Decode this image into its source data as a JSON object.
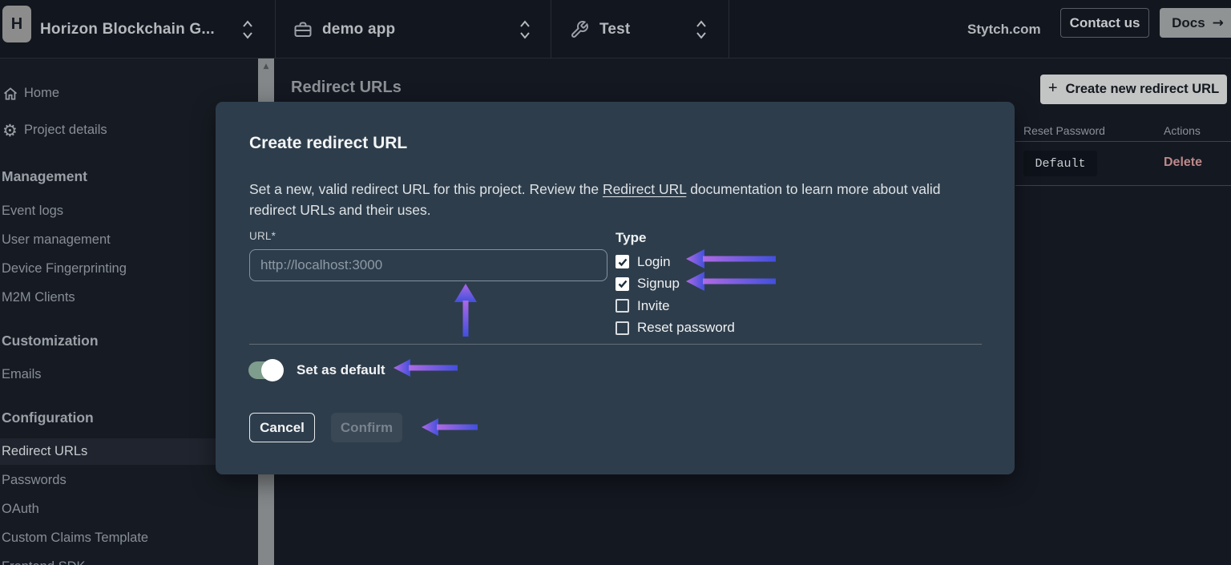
{
  "topbar": {
    "logo_letter": "H",
    "project_selector": "Horizon Blockchain G...",
    "app_selector": "demo app",
    "env_selector": "Test",
    "stytch_link": "Stytch.com",
    "contact_button": "Contact us",
    "docs_button": "Docs",
    "docs_arrow": "→"
  },
  "sidebar": {
    "items": [
      {
        "label": "Home",
        "icon": "home"
      },
      {
        "label": "Project details",
        "icon": "gear"
      },
      {
        "label": "Management",
        "type": "header"
      },
      {
        "label": "Event logs"
      },
      {
        "label": "User management"
      },
      {
        "label": "Device Fingerprinting"
      },
      {
        "label": "M2M Clients"
      },
      {
        "label": "Customization",
        "type": "header"
      },
      {
        "label": "Emails"
      },
      {
        "label": "Configuration",
        "type": "header"
      },
      {
        "label": "Redirect URLs",
        "active": true
      },
      {
        "label": "Passwords"
      },
      {
        "label": "OAuth"
      },
      {
        "label": "Custom Claims Template"
      },
      {
        "label": "Frontend SDK"
      }
    ]
  },
  "main": {
    "title": "Redirect URLs",
    "create_button_plus": "+",
    "create_button": "Create new redirect URL",
    "table": {
      "columns": [
        "Reset Password",
        "Actions"
      ],
      "row": {
        "reset_password_value": "Default",
        "action_label": "Delete"
      }
    }
  },
  "modal": {
    "title": "Create redirect URL",
    "description_before": "Set a new, valid redirect URL for this project. Review the ",
    "description_link": "Redirect URL",
    "description_after": " documentation to learn more about valid redirect URLs and their uses.",
    "url_label": "URL*",
    "url_value": "",
    "url_placeholder": "http://localhost:3000",
    "type_label": "Type",
    "checkboxes": [
      {
        "label": "Login",
        "checked": true
      },
      {
        "label": "Signup",
        "checked": true
      },
      {
        "label": "Invite",
        "checked": false
      },
      {
        "label": "Reset password",
        "checked": false
      }
    ],
    "toggle_label": "Set as default",
    "toggle_on": true,
    "cancel_button": "Cancel",
    "confirm_button": "Confirm"
  },
  "colors": {
    "modal_bg": "#2e3d4b",
    "page_bg": "#141821",
    "topbar_bg": "#12161f",
    "toggle_on_green": "#7e9d8d",
    "annotation_purple": "#b06ae4",
    "annotation_blue": "#4150dd",
    "delete_red": "#bd8a8a",
    "create_button_bg": "#c3c5c4"
  }
}
